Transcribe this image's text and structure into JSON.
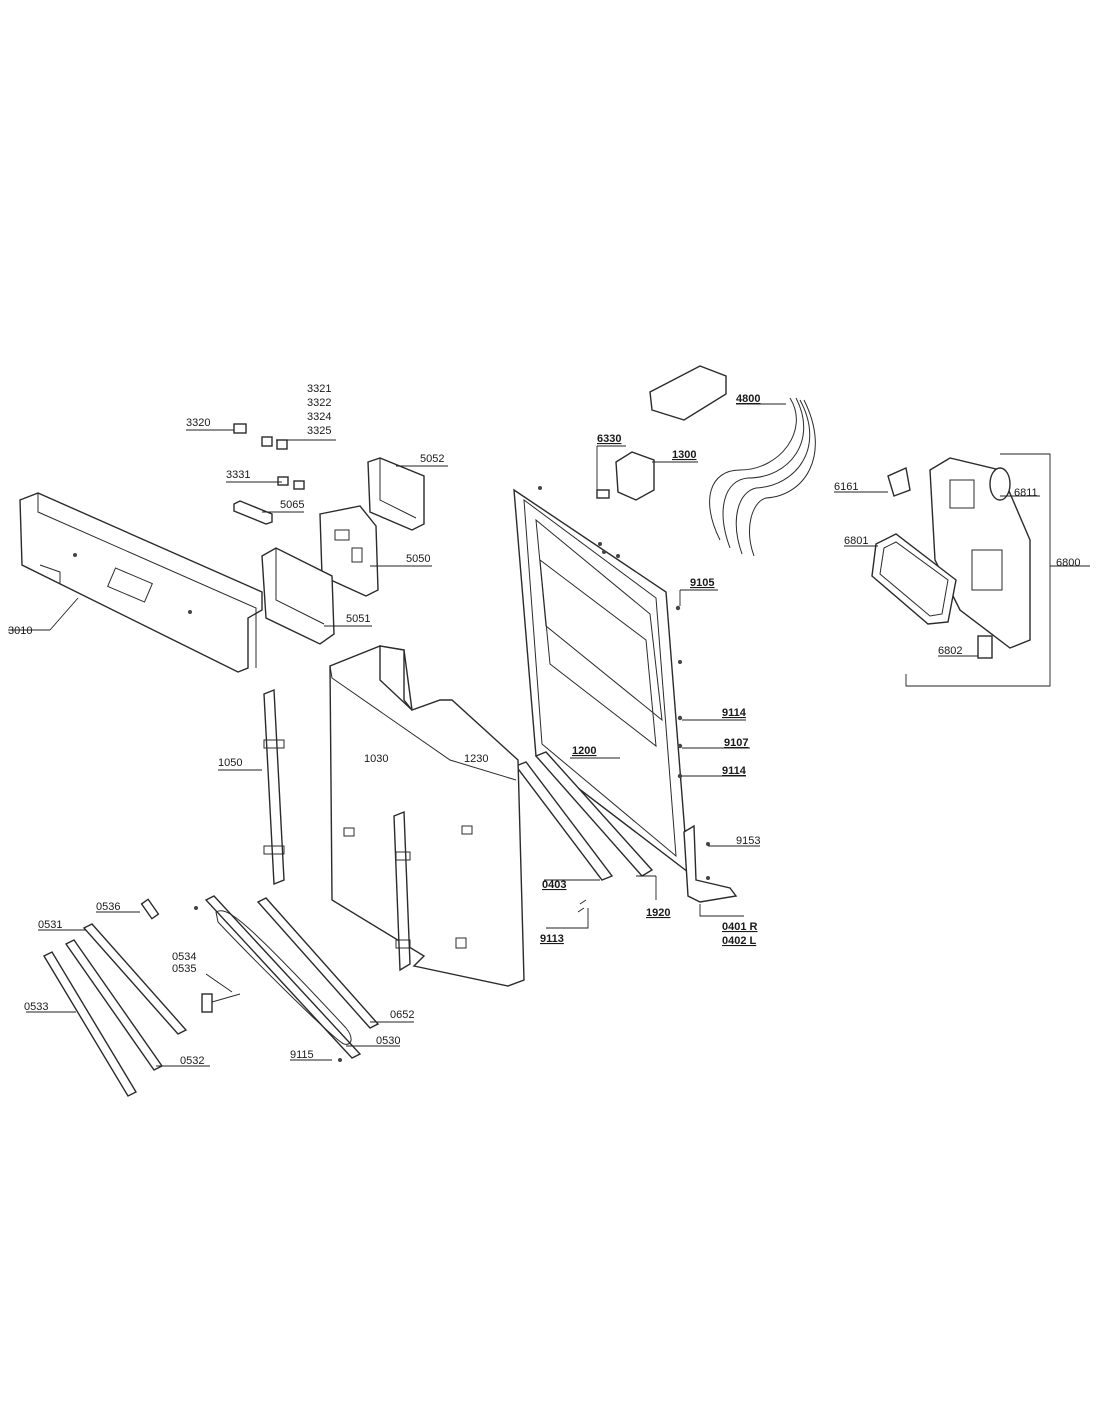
{
  "labels": {
    "l3321": "3321",
    "l3322": "3322",
    "l3324": "3324",
    "l3325": "3325",
    "l3320": "3320",
    "l3331": "3331",
    "l5065": "5065",
    "l5052": "5052",
    "l5050": "5050",
    "l5051": "5051",
    "l3010": "3010",
    "l6330": "6330",
    "l1300": "1300",
    "l4800": "4800",
    "l6161": "6161",
    "l6811": "6811",
    "l6801": "6801",
    "l6800": "6800",
    "l6802": "6802",
    "l9105": "9105",
    "l9114a": "9114",
    "l9107": "9107",
    "l9114b": "9114",
    "l1200": "1200",
    "l1050": "1050",
    "l1030": "1030",
    "l1230": "1230",
    "l9153": "9153",
    "l0403": "0403",
    "l1920": "1920",
    "l9113": "9113",
    "l0401": "0401 R",
    "l0402": "0402 L",
    "l0536": "0536",
    "l0531": "0531",
    "l0534": "0534",
    "l0535": "0535",
    "l0533": "0533",
    "l0652": "0652",
    "l0530": "0530",
    "l0532": "0532",
    "l9115": "9115"
  }
}
